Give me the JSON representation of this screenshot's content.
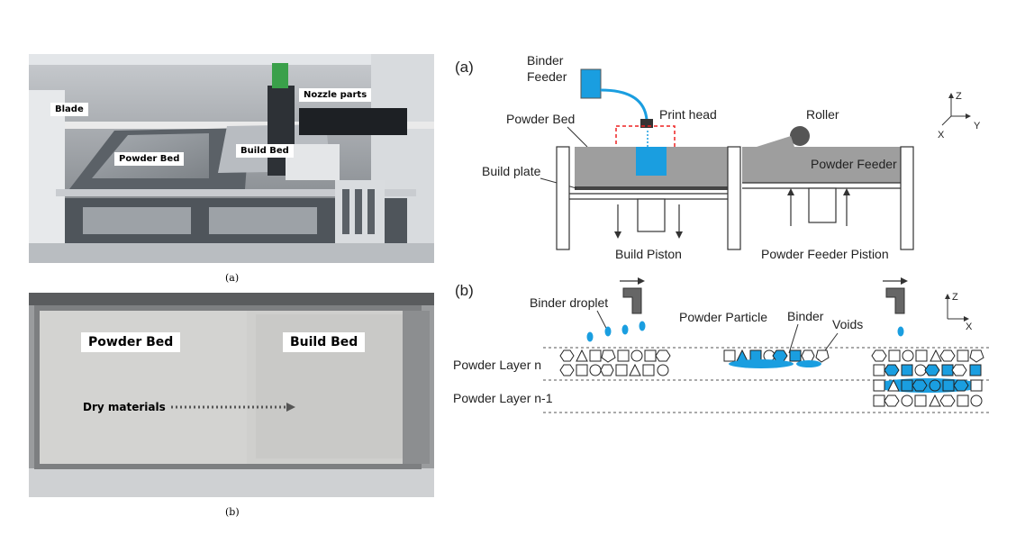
{
  "photo_a": {
    "labels": {
      "blade": "Blade",
      "powder_bed": "Powder Bed",
      "build_bed": "Build Bed",
      "nozzle_parts": "Nozzle parts"
    },
    "caption": "(a)"
  },
  "photo_b": {
    "labels": {
      "powder_bed": "Powder Bed",
      "build_bed": "Build Bed",
      "dry_materials": "Dry materials"
    },
    "caption": "(b)"
  },
  "diagram_a": {
    "panel_label": "(a)",
    "binder_feeder_line1": "Binder",
    "binder_feeder_line2": "Feeder",
    "print_head": "Print head",
    "roller": "Roller",
    "powder_bed": "Powder Bed",
    "powder_feeder": "Powder Feeder",
    "build_plate": "Build plate",
    "build_piston": "Build Piston",
    "powder_feeder_piston": "Powder Feeder Pistion",
    "axis_z": "Z",
    "axis_y": "Y",
    "axis_x": "X",
    "accent_color": "#1a9ee0"
  },
  "diagram_b": {
    "panel_label": "(b)",
    "binder_droplet": "Binder droplet",
    "powder_particle": "Powder Particle",
    "binder": "Binder",
    "voids": "Voids",
    "layer_n": "Powder Layer n",
    "layer_n1": "Powder Layer n-1",
    "axis_z": "Z",
    "axis_x": "X"
  }
}
